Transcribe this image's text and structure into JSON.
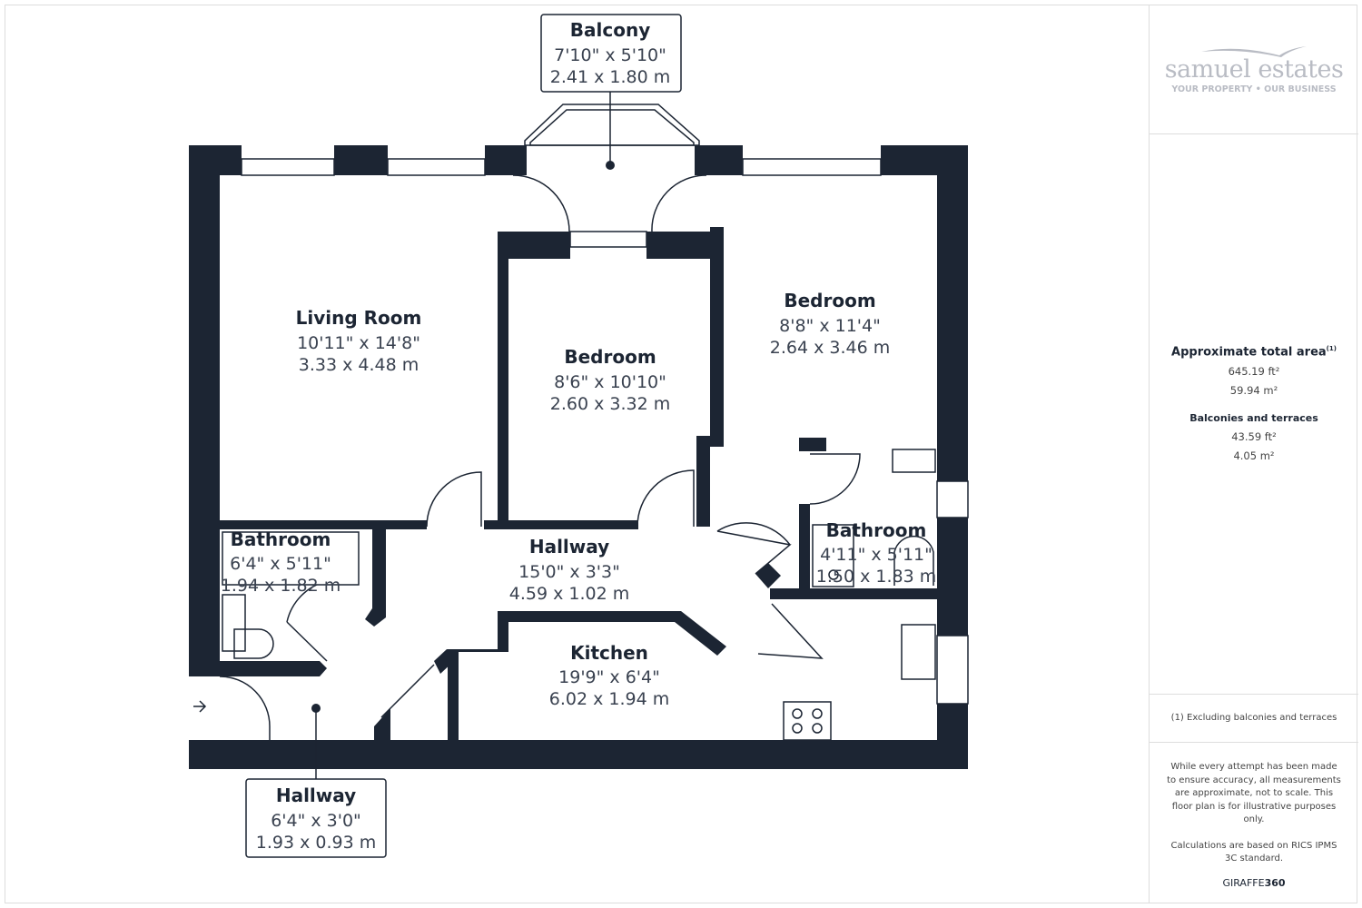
{
  "rooms": {
    "balcony": {
      "name": "Balcony",
      "imperial": "7'10\" x 5'10\"",
      "metric": "2.41 x 1.80 m"
    },
    "living_room": {
      "name": "Living Room",
      "imperial": "10'11\" x 14'8\"",
      "metric": "3.33 x 4.48 m"
    },
    "bedroom_middle": {
      "name": "Bedroom",
      "imperial": "8'6\" x 10'10\"",
      "metric": "2.60 x 3.32 m"
    },
    "bedroom_right": {
      "name": "Bedroom",
      "imperial": "8'8\" x 11'4\"",
      "metric": "2.64 x 3.46 m"
    },
    "bathroom_left": {
      "name": "Bathroom",
      "imperial": "6'4\" x 5'11\"",
      "metric": "1.94 x 1.82 m"
    },
    "hallway_main": {
      "name": "Hallway",
      "imperial": "15'0\" x 3'3\"",
      "metric": "4.59 x 1.02 m"
    },
    "bathroom_right": {
      "name": "Bathroom",
      "imperial": "4'11\" x 5'11\"",
      "metric": "1.50 x 1.83 m"
    },
    "kitchen": {
      "name": "Kitchen",
      "imperial": "19'9\" x 6'4\"",
      "metric": "6.02 x 1.94 m"
    },
    "hallway_entry": {
      "name": "Hallway",
      "imperial": "6'4\" x 3'0\"",
      "metric": "1.93 x 0.93 m"
    }
  },
  "logo": {
    "name": "samuel estates",
    "tagline": "YOUR PROPERTY • OUR BUSINESS"
  },
  "area": {
    "title": "Approximate total area",
    "footnote_mark": "(1)",
    "total_ft2": "645.19 ft²",
    "total_m2": "59.94 m²",
    "balconies_title": "Balconies and terraces",
    "balconies_ft2": "43.59 ft²",
    "balconies_m2": "4.05 m²"
  },
  "footnote": "(1) Excluding balconies and terraces",
  "disclaimer": "While every attempt has been made to ensure accuracy, all measurements are approximate, not to scale. This floor plan is for illustrative purposes only.",
  "calculations": "Calculations are based on RICS IPMS 3C standard.",
  "brand": {
    "prefix": "GIRAFFE",
    "suffix": "360"
  },
  "colors": {
    "wall": "#1c2533",
    "logo": "#b9bcc4"
  }
}
